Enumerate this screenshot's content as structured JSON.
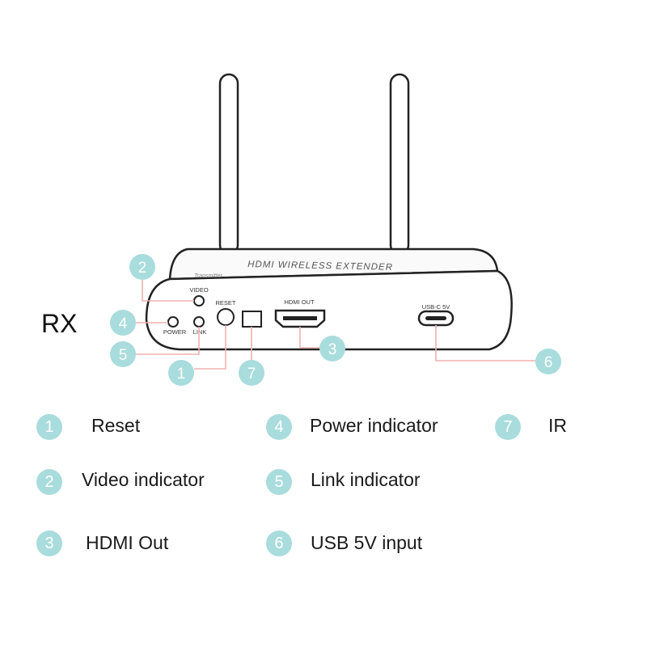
{
  "device": {
    "title": "HDMI WIRELESS EXTENDER",
    "subtitle": "Transmitter",
    "side_label": "RX",
    "port_labels": {
      "video": "VIDEO",
      "reset": "RESET",
      "power": "POWER",
      "link": "LINK",
      "hdmi_out": "HDMI OUT",
      "usbc": "USB-C 5V"
    }
  },
  "callouts": [
    "1",
    "2",
    "3",
    "4",
    "5",
    "6",
    "7"
  ],
  "legend": [
    {
      "num": "1",
      "label": "Reset"
    },
    {
      "num": "4",
      "label": "Power indicator"
    },
    {
      "num": "7",
      "label": "IR"
    },
    {
      "num": "2",
      "label": "Video indicator"
    },
    {
      "num": "5",
      "label": "Link indicator"
    },
    {
      "num": "3",
      "label": "HDMI Out"
    },
    {
      "num": "6",
      "label": "USB 5V input"
    }
  ],
  "colors": {
    "callout": "#a9dcdc",
    "leader_line": "#f0b0b0",
    "outline": "#222222"
  }
}
